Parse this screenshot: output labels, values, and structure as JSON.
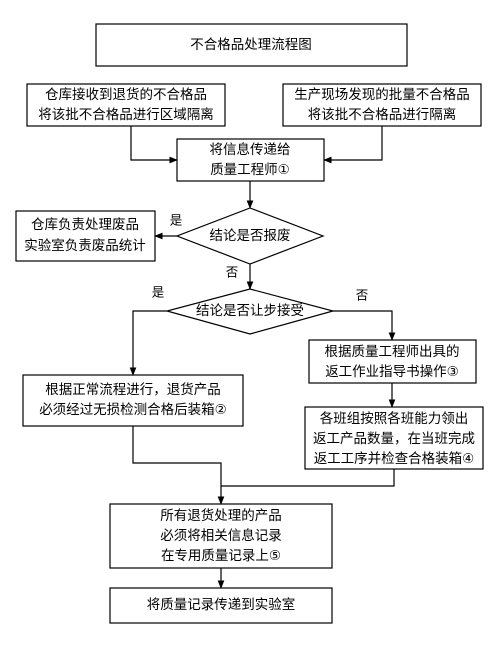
{
  "diagram": {
    "title": "不合格品处理流程图",
    "nodes": {
      "warehouse": [
        "仓库接收到退货的不合格品",
        "将该批不合格品进行区域隔离"
      ],
      "production": [
        "生产现场发现的批量不合格品",
        "将该批不合格品进行隔离"
      ],
      "notify": [
        "将信息传递给",
        "质量工程师①"
      ],
      "scrap_decision": [
        "结论是否报废"
      ],
      "scrap_handle": [
        "仓库负责处理废品",
        "实验室负责废品统计"
      ],
      "concession_decision": [
        "结论是否让步接受"
      ],
      "normal_flow": [
        "根据正常流程进行，退货产品",
        "必须经过无损检测合格后装箱②"
      ],
      "rework_instruction": [
        "根据质量工程师出具的",
        "返工作业指导书操作③"
      ],
      "team_rework": [
        "各班组按照各班能力领出",
        "返工产品数量，在当班完成",
        "返工工序并检查合格装箱④"
      ],
      "record": [
        "所有退货处理的产品",
        "必须将相关信息记录",
        "在专用质量记录上⑤"
      ],
      "transfer": [
        "将质量记录传递到实验室"
      ]
    },
    "edge_labels": {
      "scrap_yes": "是",
      "scrap_no": "否",
      "concession_yes": "是",
      "concession_no": "否"
    }
  }
}
